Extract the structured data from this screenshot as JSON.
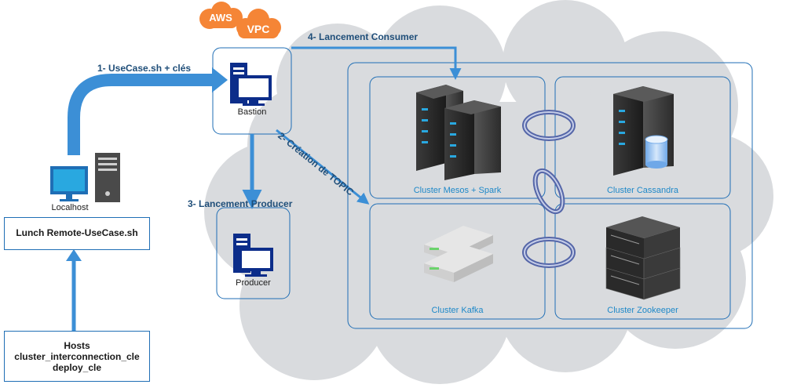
{
  "badges": {
    "aws": "AWS",
    "vpc": "VPC"
  },
  "steps": {
    "step1": "1- UseCase.sh + clés",
    "step2": "2- Création de TOPIC",
    "step3": "3- Lancement Producer",
    "step4": "4- Lancement Consumer"
  },
  "nodes": {
    "localhost": "Localhost",
    "lunch": "Lunch Remote-UseCase.sh",
    "hosts": [
      "Hosts",
      "cluster_interconnection_cle",
      "deploy_cle"
    ],
    "bastion": "Bastion",
    "producer": "Producer"
  },
  "clusters": {
    "mesos": "Cluster Mesos + Spark",
    "cassandra": "Cluster Cassandra",
    "kafka": "Cluster Kafka",
    "zookeeper": "Cluster Zookeeper"
  },
  "colors": {
    "arrow": "#3c8fd6",
    "border": "#1f6eb5",
    "aws_orange": "#f58536",
    "cloud": "#d9dbde",
    "icon_blue": "#0c2d8a",
    "cluster_label": "#1e88c8",
    "ring": "#8a98c8"
  }
}
